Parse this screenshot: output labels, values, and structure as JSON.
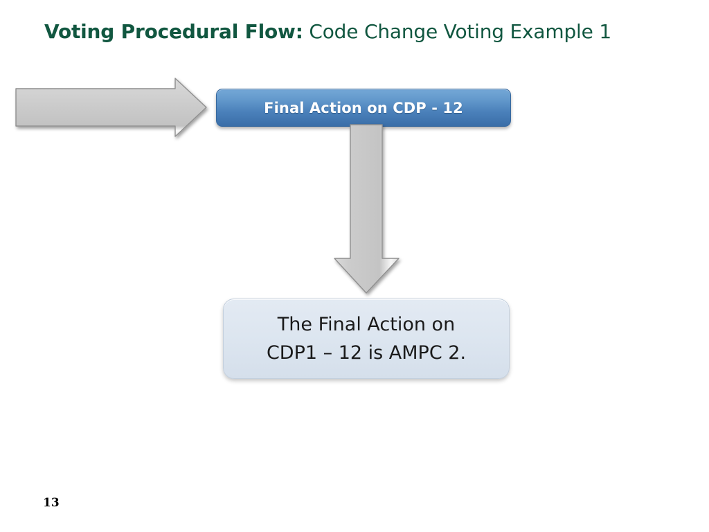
{
  "slide": {
    "title_bold": "Voting Procedural Flow:",
    "title_regular": " Code Change Voting Example 1",
    "title_color": "#115740",
    "page_number": "13",
    "background_color": "#ffffff"
  },
  "diagram": {
    "type": "flowchart",
    "nodes": [
      {
        "id": "entry-arrow",
        "shape": "block-arrow-right",
        "label": "",
        "fill_color": "#cccccc",
        "border_color": "#8c8c8c"
      },
      {
        "id": "final-action-box",
        "shape": "rounded-rectangle",
        "label": "Final Action on CDP - 12",
        "fill_color": "#4a80ba",
        "text_color": "#ffffff",
        "bold": true
      },
      {
        "id": "flow-arrow-down",
        "shape": "block-arrow-down",
        "label": "",
        "fill_color": "#cccccc",
        "border_color": "#8c8c8c"
      },
      {
        "id": "result-box",
        "shape": "rounded-rectangle",
        "label_line1": "The Final Action on",
        "label_line2": "CDP1 – 12 is AMPC 2.",
        "fill_color": "#dde6f0",
        "text_color": "#1a1a1a",
        "bold": false
      }
    ],
    "edges": [
      {
        "from": "entry-arrow",
        "to": "final-action-box"
      },
      {
        "from": "final-action-box",
        "to": "result-box"
      }
    ]
  }
}
